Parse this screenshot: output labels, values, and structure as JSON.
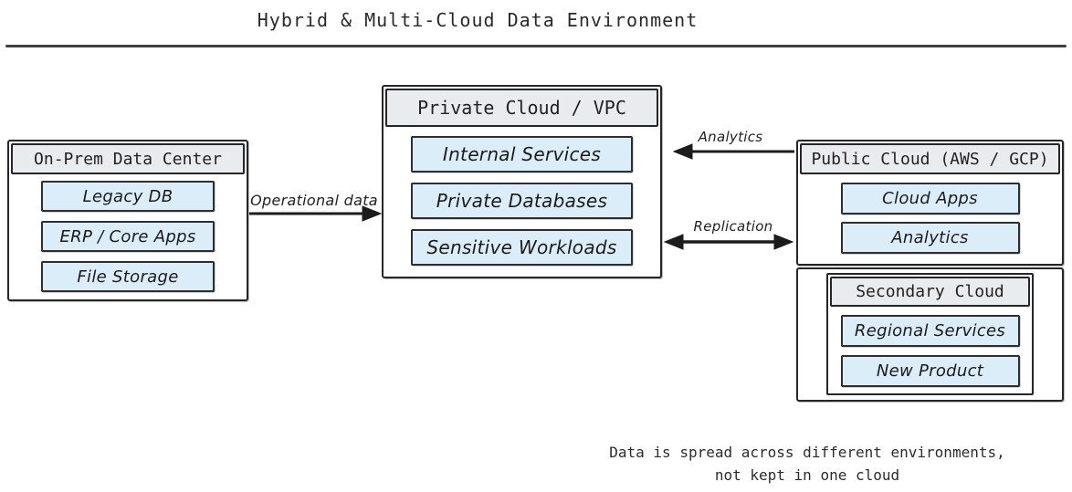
{
  "title": "Hybrid & Multi-Cloud Data Environment",
  "colors": {
    "header_bg": "#e9ecef",
    "item_bg": "#dcedfa",
    "border": "#262626",
    "ink": "#1b1b1b"
  },
  "groups": {
    "on_prem": {
      "title": "On-Prem Data Center",
      "items": [
        "Legacy DB",
        "ERP / Core Apps",
        "File Storage"
      ]
    },
    "private_cloud": {
      "title": "Private Cloud / VPC",
      "items": [
        "Internal Services",
        "Private Databases",
        "Sensitive Workloads"
      ]
    },
    "public_cloud": {
      "title": "Public Cloud (AWS / GCP)",
      "items": [
        "Cloud Apps",
        "Analytics"
      ]
    },
    "secondary_cloud": {
      "title": "Secondary Cloud",
      "items": [
        "Regional Services",
        "New Product"
      ]
    }
  },
  "arrows": [
    {
      "label": "Operational data",
      "direction": "right",
      "from": "On-Prem Data Center",
      "to": "Private Cloud / VPC"
    },
    {
      "label": "Analytics",
      "direction": "left",
      "from": "Public Cloud (AWS / GCP)",
      "to": "Private Cloud / VPC"
    },
    {
      "label": "Replication",
      "direction": "both",
      "from": "Private Cloud / VPC",
      "to": "Public Cloud (AWS / GCP)"
    }
  ],
  "caption": {
    "line1": "Data is spread across different environments,",
    "line2": "not kept in one cloud"
  }
}
